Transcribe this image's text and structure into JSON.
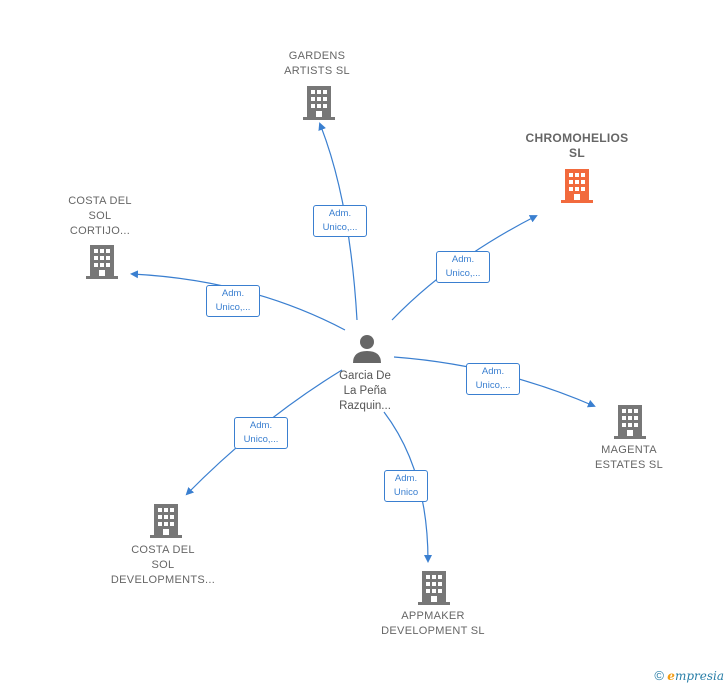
{
  "center": {
    "label": "Garcia De\nLa Peña\nRazquin..."
  },
  "companies": [
    {
      "id": "gardens",
      "label": "GARDENS\nARTISTS  SL",
      "highlight": false
    },
    {
      "id": "chromo",
      "label": "CHROMOHELIOS\nSL",
      "highlight": true
    },
    {
      "id": "costa-cortijo",
      "label": "COSTA DEL\nSOL\nCORTIJO...",
      "highlight": false
    },
    {
      "id": "magenta",
      "label": "MAGENTA\nESTATES  SL",
      "highlight": false
    },
    {
      "id": "costa-dev",
      "label": "COSTA DEL\nSOL\nDEVELOPMENTS...",
      "highlight": false
    },
    {
      "id": "appmaker",
      "label": "APPMAKER\nDEVELOPMENT SL",
      "highlight": false
    }
  ],
  "roles": [
    {
      "target": "gardens",
      "label": "Adm.\nUnico,..."
    },
    {
      "target": "chromo",
      "label": "Adm.\nUnico,..."
    },
    {
      "target": "costa-cortijo",
      "label": "Adm.\nUnico,..."
    },
    {
      "target": "magenta",
      "label": "Adm.\nUnico,..."
    },
    {
      "target": "costa-dev",
      "label": "Adm.\nUnico,..."
    },
    {
      "target": "appmaker",
      "label": "Adm.\nUnico"
    }
  ],
  "colors": {
    "edge": "#3a7fd0",
    "building": "#777777",
    "highlight": "#f26a3d",
    "person": "#666666"
  },
  "footer": {
    "copyright": "©",
    "brand_e": "e",
    "brand": "mpresia"
  }
}
